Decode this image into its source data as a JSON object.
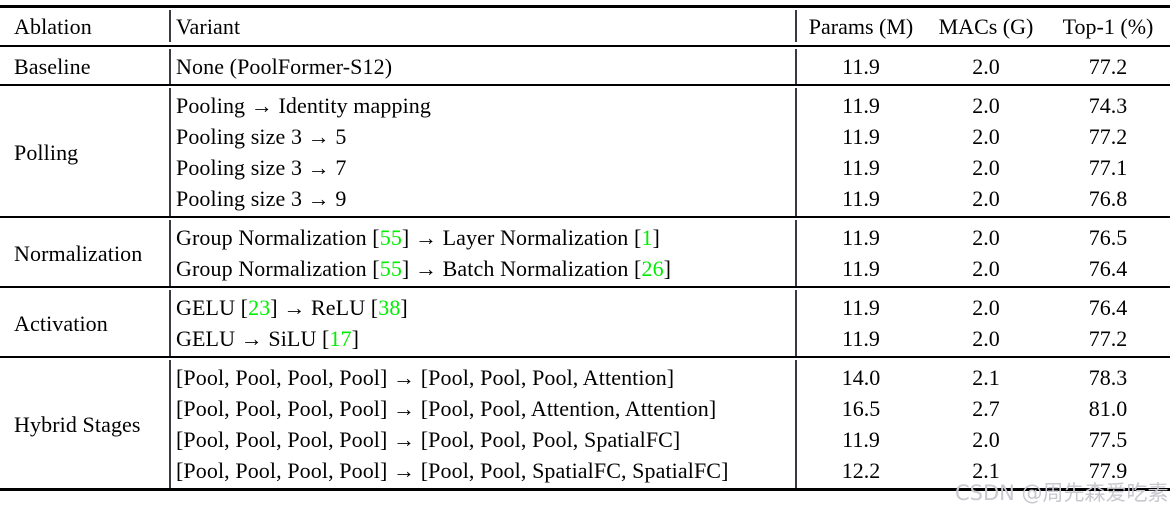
{
  "table": {
    "columns": {
      "ablation": "Ablation",
      "variant": "Variant",
      "params": "Params (M)",
      "macs": "MACs (G)",
      "top1": "Top-1 (%)"
    },
    "accent_green": "#00ee00",
    "sections": [
      {
        "label": "Baseline",
        "rows": [
          {
            "variant_parts": [
              {
                "t": "None (PoolFormer-S12)",
                "c": "plain"
              }
            ],
            "params": "11.9",
            "macs": "2.0",
            "top1": "77.2"
          }
        ]
      },
      {
        "label": "Polling",
        "rows": [
          {
            "variant_parts": [
              {
                "t": "Pooling → Identity mapping",
                "c": "plain"
              }
            ],
            "params": "11.9",
            "macs": "2.0",
            "top1": "74.3"
          },
          {
            "variant_parts": [
              {
                "t": "Pooling size 3 → 5",
                "c": "plain"
              }
            ],
            "params": "11.9",
            "macs": "2.0",
            "top1": "77.2"
          },
          {
            "variant_parts": [
              {
                "t": "Pooling size 3 → 7",
                "c": "plain"
              }
            ],
            "params": "11.9",
            "macs": "2.0",
            "top1": "77.1"
          },
          {
            "variant_parts": [
              {
                "t": "Pooling size 3 → 9",
                "c": "plain"
              }
            ],
            "params": "11.9",
            "macs": "2.0",
            "top1": "76.8"
          }
        ]
      },
      {
        "label": "Normalization",
        "rows": [
          {
            "variant_parts": [
              {
                "t": "Group Normalization [",
                "c": "plain"
              },
              {
                "t": "55",
                "c": "cite"
              },
              {
                "t": "] → Layer Normalization [",
                "c": "plain"
              },
              {
                "t": "1",
                "c": "cite"
              },
              {
                "t": "]",
                "c": "plain"
              }
            ],
            "params": "11.9",
            "macs": "2.0",
            "top1": "76.5"
          },
          {
            "variant_parts": [
              {
                "t": "Group Normalization [",
                "c": "plain"
              },
              {
                "t": "55",
                "c": "cite"
              },
              {
                "t": "] → Batch Normalization [",
                "c": "plain"
              },
              {
                "t": "26",
                "c": "cite"
              },
              {
                "t": "]",
                "c": "plain"
              }
            ],
            "params": "11.9",
            "macs": "2.0",
            "top1": "76.4"
          }
        ]
      },
      {
        "label": "Activation",
        "rows": [
          {
            "variant_parts": [
              {
                "t": "GELU [",
                "c": "plain"
              },
              {
                "t": "23",
                "c": "cite"
              },
              {
                "t": "] → ReLU [",
                "c": "plain"
              },
              {
                "t": "38",
                "c": "cite"
              },
              {
                "t": "]",
                "c": "plain"
              }
            ],
            "params": "11.9",
            "macs": "2.0",
            "top1": "76.4"
          },
          {
            "variant_parts": [
              {
                "t": "GELU → SiLU [",
                "c": "plain"
              },
              {
                "t": "17",
                "c": "cite"
              },
              {
                "t": "]",
                "c": "plain"
              }
            ],
            "params": "11.9",
            "macs": "2.0",
            "top1": "77.2"
          }
        ]
      },
      {
        "label": "Hybrid Stages",
        "rows": [
          {
            "variant_parts": [
              {
                "t": "[Pool, Pool, Pool, Pool] → [Pool, Pool, Pool, Attention]",
                "c": "plain"
              }
            ],
            "params": "14.0",
            "macs": "2.1",
            "top1": "78.3"
          },
          {
            "variant_parts": [
              {
                "t": "[Pool, Pool, Pool, Pool] → [Pool, Pool, Attention, Attention]",
                "c": "plain"
              }
            ],
            "params": "16.5",
            "macs": "2.7",
            "top1": "81.0"
          },
          {
            "variant_parts": [
              {
                "t": "[Pool, Pool, Pool, Pool] → [Pool, Pool, Pool, SpatialFC]",
                "c": "plain"
              }
            ],
            "params": "11.9",
            "macs": "2.0",
            "top1": "77.5"
          },
          {
            "variant_parts": [
              {
                "t": "[Pool, Pool, Pool, Pool] → [Pool, Pool, SpatialFC, SpatialFC]",
                "c": "plain"
              }
            ],
            "params": "12.2",
            "macs": "2.1",
            "top1": "77.9"
          }
        ]
      }
    ]
  },
  "watermark": {
    "text": "CSDN @周先森爱吃素"
  }
}
